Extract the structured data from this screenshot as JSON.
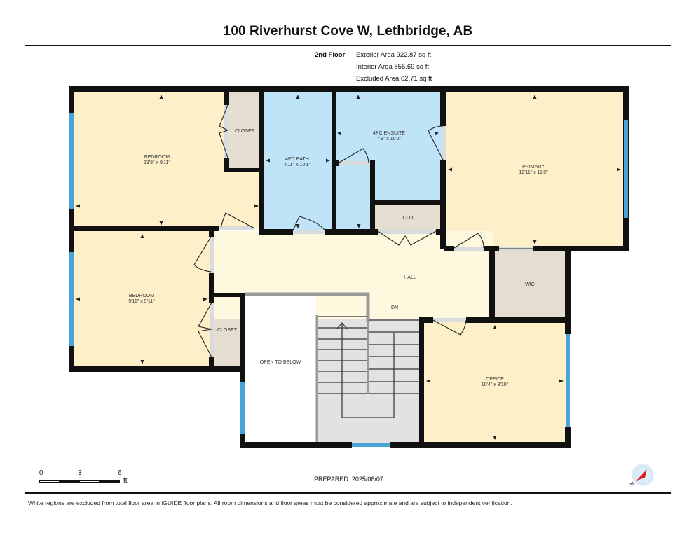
{
  "header": {
    "title": "100 Riverhurst Cove W, Lethbridge, AB",
    "floor_label": "2nd Floor",
    "areas": [
      "Exterior Area 922.87 sq ft",
      "Interior Area 855.69 sq ft",
      "Excluded Area 62.71 sq ft"
    ]
  },
  "rooms": {
    "bedroom1": {
      "name": "BEDROOM",
      "dims": "13'8\" x 9'11\""
    },
    "closet1": {
      "name": "CLOSET"
    },
    "bath": {
      "name": "4PC BATH",
      "dims": "4'11\" x 10'1\""
    },
    "ensuite": {
      "name": "4PC ENSUITE",
      "dims": "7'9\" x 10'2\""
    },
    "clo": {
      "name": "CLO"
    },
    "primary": {
      "name": "PRIMARY",
      "dims": "12'11\" x 11'5\""
    },
    "bedroom2": {
      "name": "BEDROOM",
      "dims": "9'11\" x 9'11\""
    },
    "closet2": {
      "name": "CLOSET"
    },
    "hall": {
      "name": "HALL"
    },
    "stairs_dn": {
      "name": "DN"
    },
    "wic": {
      "name": "WIC"
    },
    "open_below": {
      "name": "OPEN TO BELOW"
    },
    "office": {
      "name": "OFFICE",
      "dims": "10'4\" x 8'10\""
    }
  },
  "colors": {
    "bedroom_fill": "#fdf0c8",
    "hall_fill": "#fdf8de",
    "bath_fill": "#bfe3f7",
    "closet_fill": "#e5ddd0",
    "stairs_fill": "#e2e2e2",
    "wall": "#111111",
    "window": "#4aa3d8",
    "door_gap": "#d9dcdc"
  },
  "scale_bar": {
    "ticks": [
      "0",
      "3",
      "6"
    ],
    "unit": "ft"
  },
  "footer": {
    "prepared": "PREPARED: 2025/08/07",
    "disclaimer": "White regions are excluded from total floor area in iGUIDE floor plans. All room dimensions and floor areas must be considered approximate and are subject to independent verification.",
    "compass_label": "N"
  }
}
